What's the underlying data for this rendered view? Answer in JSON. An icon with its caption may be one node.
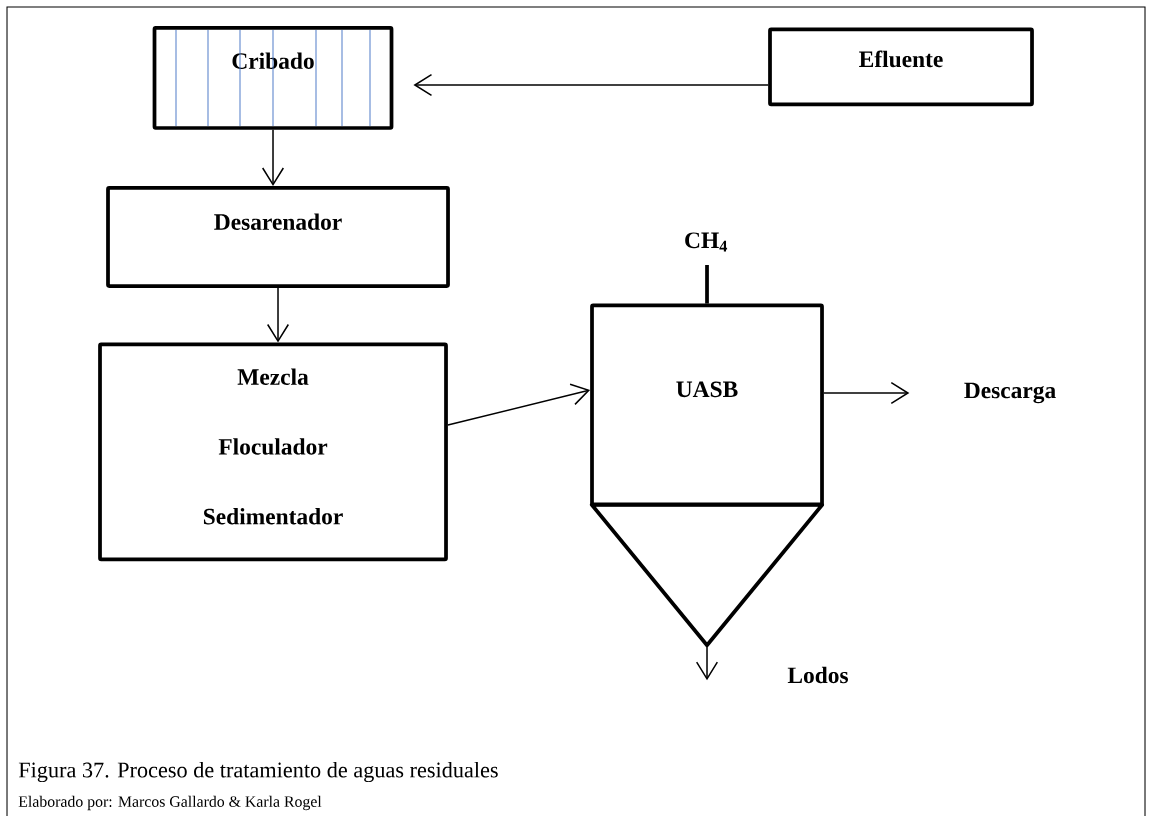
{
  "diagram": {
    "caption": "Figura 37. Proceso de tratamiento de aguas residuales",
    "nodes": [
      {
        "text": [
          "Efluente"
        ]
      },
      {
        "text": [
          "Cribado"
        ]
      },
      {
        "text": [
          "Desarenador"
        ]
      },
      {
        "text": [
          "Mezcla",
          "Floculador",
          "Sedimentador"
        ]
      },
      {
        "text": [
          "UASB"
        ]
      },
      {
        "text": [],
        "shape": "triangle"
      },
      {
        "text": [
          "CH$_{4}$"
        ]
      },
      {
        "text": [
          "Descarga"
        ]
      }
    ],
    "edges": [
      {
        "from": 0,
        "to": 1,
        "arrow": "to"
      },
      {
        "from": 1,
        "to": 2,
        "arrow": "to"
      },
      {
        "from": 2,
        "to": 3,
        "arrow": "to"
      },
      {
        "from": 3,
        "to": 4,
        "arrow": "to"
      },
      {
        "from": 4,
        "to": 6,
        "arrow": "none",
        "style": "thick"
      },
      {
        "from": 4,
        "to": 7,
        "arrow": "to"
      },
      {
        "from": 5,
        "to": null,
        "arrow": "to",
        "label": "Lodos"
      }
    ],
    "labels": [
      "Elaborado por: Marcos Gallardo & Karla Rogel"
    ]
  }
}
